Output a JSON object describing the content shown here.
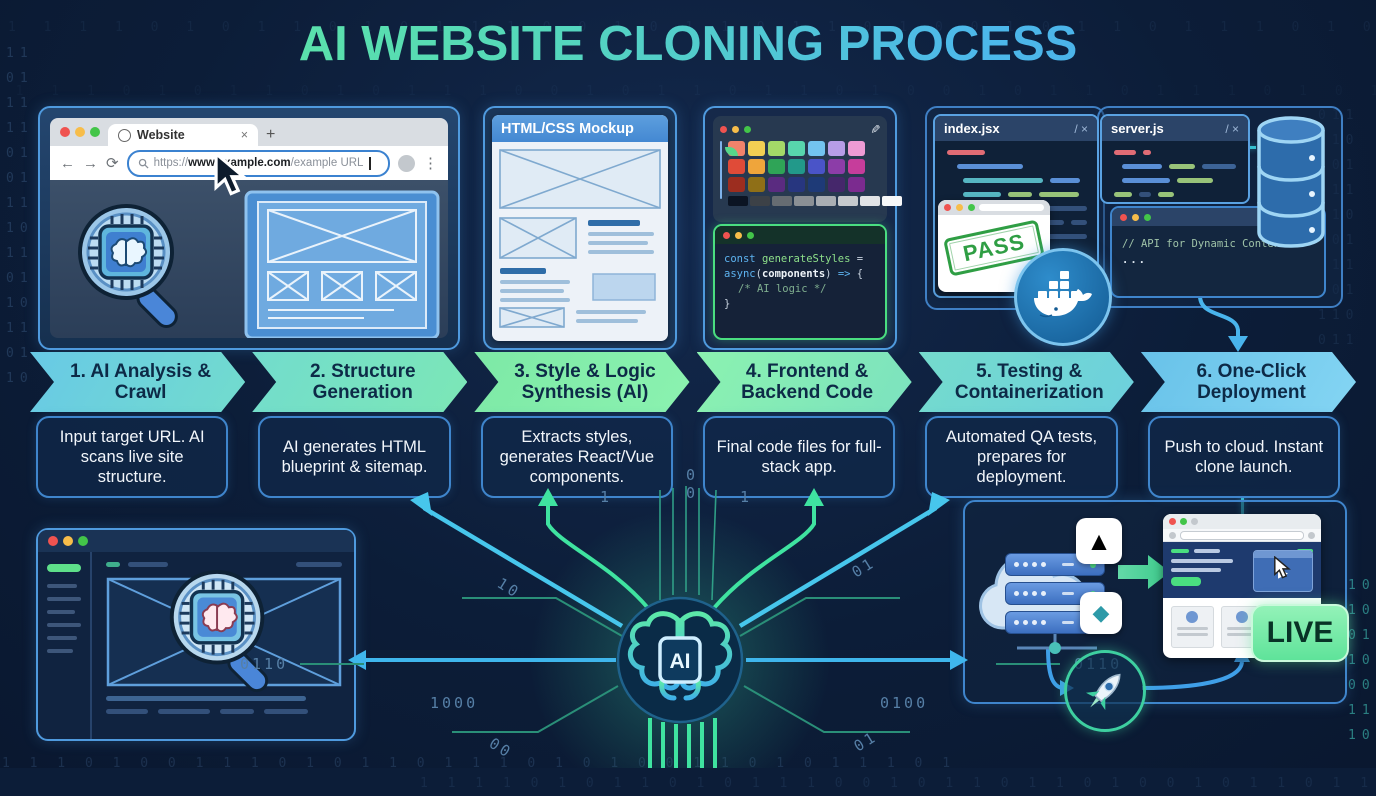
{
  "title": "AI WEBSITE CLONING PROCESS",
  "steps": [
    {
      "label": "1. AI Analysis & Crawl",
      "description": "Input target URL. AI scans live site structure."
    },
    {
      "label": "2. Structure Generation",
      "description": "AI generates HTML blueprint & sitemap."
    },
    {
      "label": "3. Style & Logic Synthesis (AI)",
      "description": "Extracts styles, generates React/Vue components."
    },
    {
      "label": "4. Frontend & Backend Code",
      "description": "Final code files for full-stack app."
    },
    {
      "label": "5. Testing & Containerization",
      "description": "Automated QA tests, prepares for deployment."
    },
    {
      "label": "6. One-Click Deployment",
      "description": "Push to cloud. Instant clone launch."
    }
  ],
  "browser_panel": {
    "tab_title": "Website",
    "tab_close": "×",
    "new_tab": "+",
    "back": "←",
    "forward": "→",
    "reload": "⟳",
    "menu": "⋮",
    "url_protocol": "https://",
    "url_domain": "www.example.com",
    "url_path": "/example URL"
  },
  "mockup_panel": {
    "header": "HTML/CSS Mockup"
  },
  "style_panel": {
    "code": {
      "kw1": "const ",
      "fn": "generateStyles",
      "eq": " =",
      "kw2": "async",
      "p1": "(",
      "arg": "components",
      "p2": ") ",
      "arrow": "=>",
      "brace": " {",
      "comment": "/* AI logic */",
      "close": "}"
    }
  },
  "code_files": {
    "file1": "index.jsx",
    "file2": "server.js",
    "tab_meta": "/ ×"
  },
  "qa": {
    "pass": "PASS"
  },
  "api_window": {
    "comment": "// API for Dynamic Content",
    "ellipsis": "..."
  },
  "ai_core": {
    "label": "AI"
  },
  "deploy": {
    "live": "LIVE",
    "vercel_icon": "▲",
    "netlify_icon": "◆",
    "play_icon": "▶"
  },
  "circuit_labels": {
    "h_left": "0110",
    "h_right": "0110",
    "b_left": "1000",
    "b_right": "0100",
    "d_left": "10",
    "d_right": "01",
    "low_left": "00",
    "low_right": "01",
    "t1": "1",
    "t2": "0",
    "t3": "1",
    "t4": "0"
  },
  "palette": {
    "rows": [
      [
        "#f2836b",
        "#f2cf53",
        "#a4d968",
        "#58d6ad",
        "#73c3ef",
        "#b79de8",
        "#ee9bd4"
      ],
      [
        "#e04b38",
        "#efa53b",
        "#2fa457",
        "#22998a",
        "#4a54c8",
        "#8c3da8",
        "#c63d9b"
      ],
      [
        "#9c2d1f",
        "#8f6f17",
        "#5a2b80",
        "#27367f",
        "#1e3a77",
        "#45276b",
        "#7b2b8f"
      ]
    ],
    "grays": [
      "#0b1423",
      "#3c4147",
      "#666c72",
      "#8b9095",
      "#a9aeb3",
      "#c6cacd",
      "#e2e4e6",
      "#f7f8f9"
    ]
  },
  "colors": {
    "accent_green": "#5ce3a3",
    "accent_blue": "#4db5ec",
    "panel_border": "#4a97dc",
    "pass_green": "#2f9e44",
    "live_bg": "#7deead",
    "docker_blue": "#1d86d8",
    "circuit_green": "#3fe3a0"
  },
  "background": {
    "row": "1 1 1 1 0 1 0 1 1 0 1 0 1 1 1 0 0 1 0 1 1 0 1 1 0 1 0 0 1 0 1 1 0 1 1 1 0 1 0 1 1 0 1 0 1 1",
    "col_left": "11\n01\n11\n11\n01\n01\n11\n10\n11\n01\n10\n11\n01\n10",
    "col_right": "011\n110\n001\n011\n010\n101\n011\n001\n110\n011",
    "col_right_teal": "10\n10\n01\n10\n00\n11\n10",
    "bottom_row": "1 1 1 0 1 0 0 1 1 1 0 1 0 1 1 0 1 1 1 0 1 0 1 0 0 1 1 0 1 0 1 1 1 0 1"
  }
}
